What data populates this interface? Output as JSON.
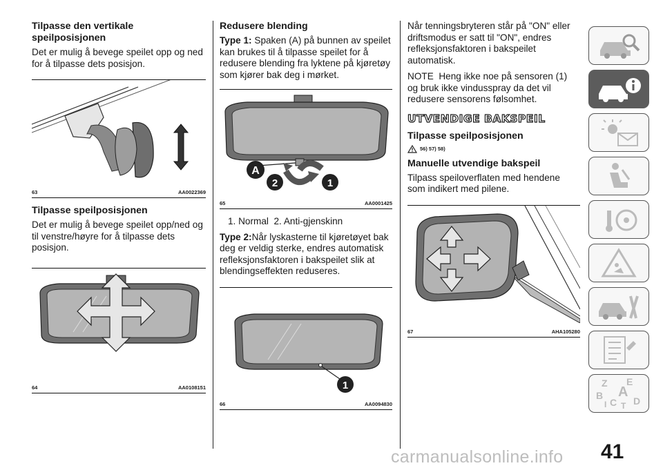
{
  "col1": {
    "h1": "Tilpasse den vertikale speilposisjonen",
    "p1": "Det er mulig å bevege speilet opp og ned for å tilpasse dets posisjon.",
    "fig63": {
      "num": "63",
      "code": "AA0022369"
    },
    "h2": "Tilpasse speilposisjonen",
    "p2": "Det er mulig å bevege speilet opp/ned og til venstre/høyre for å tilpasse dets posisjon.",
    "fig64": {
      "num": "64",
      "code": "AA0108151"
    }
  },
  "col2": {
    "h1": "Redusere blending",
    "type1_label": "Type 1:",
    "type1_text": "Spaken (A) på bunnen av speilet kan brukes til å tilpasse speilet for å redusere blending fra lyktene på kjøretøy som kjører bak deg i mørket.",
    "fig65": {
      "num": "65",
      "code": "AA0001425",
      "labels": [
        "A",
        "2",
        "1"
      ]
    },
    "legend": "1. Normal  2. Anti-gjenskinn",
    "type2_label": "Type 2:",
    "type2_text": "Når lyskasterne til kjøretøyet bak deg er veldig sterke, endres automatisk refleksjonsfaktoren i bakspeilet slik at blendingseffekten reduseres.",
    "fig66": {
      "num": "66",
      "code": "AA0094830",
      "label": "1"
    }
  },
  "col3": {
    "p1": "Når tenningsbryteren står på \"ON\" eller driftsmodus er satt til \"ON\", endres refleksjonsfaktoren i bakspeilet automatisk.",
    "p2": "NOTE  Heng ikke noe på sensoren (1) og bruk ikke vindusspray da det vil redusere sensorens følsomhet.",
    "section_heading": "UTVENDIGE BAKSPEIL",
    "h1": "Tilpasse speilposisjonen",
    "warn_refs": "56) 57) 58)",
    "h2": "Manuelle utvendige bakspeil",
    "p3": "Tilpass speiloverflaten med hendene som indikert med pilene.",
    "fig67": {
      "num": "67",
      "code": "AHA105280"
    }
  },
  "sidebar": {
    "icons": [
      "car-search-icon",
      "car-info-icon",
      "lights-mail-icon",
      "airbag-seat-icon",
      "steering-key-icon",
      "warning-triangle-icon",
      "car-tools-icon",
      "checklist-icon",
      "index-letters-icon"
    ],
    "active_index": 1,
    "index_letters": [
      "Z",
      "E",
      "B",
      "A",
      "C",
      "D",
      "T",
      "I"
    ]
  },
  "page_number": "41",
  "watermark": "carmanualsonline.info"
}
